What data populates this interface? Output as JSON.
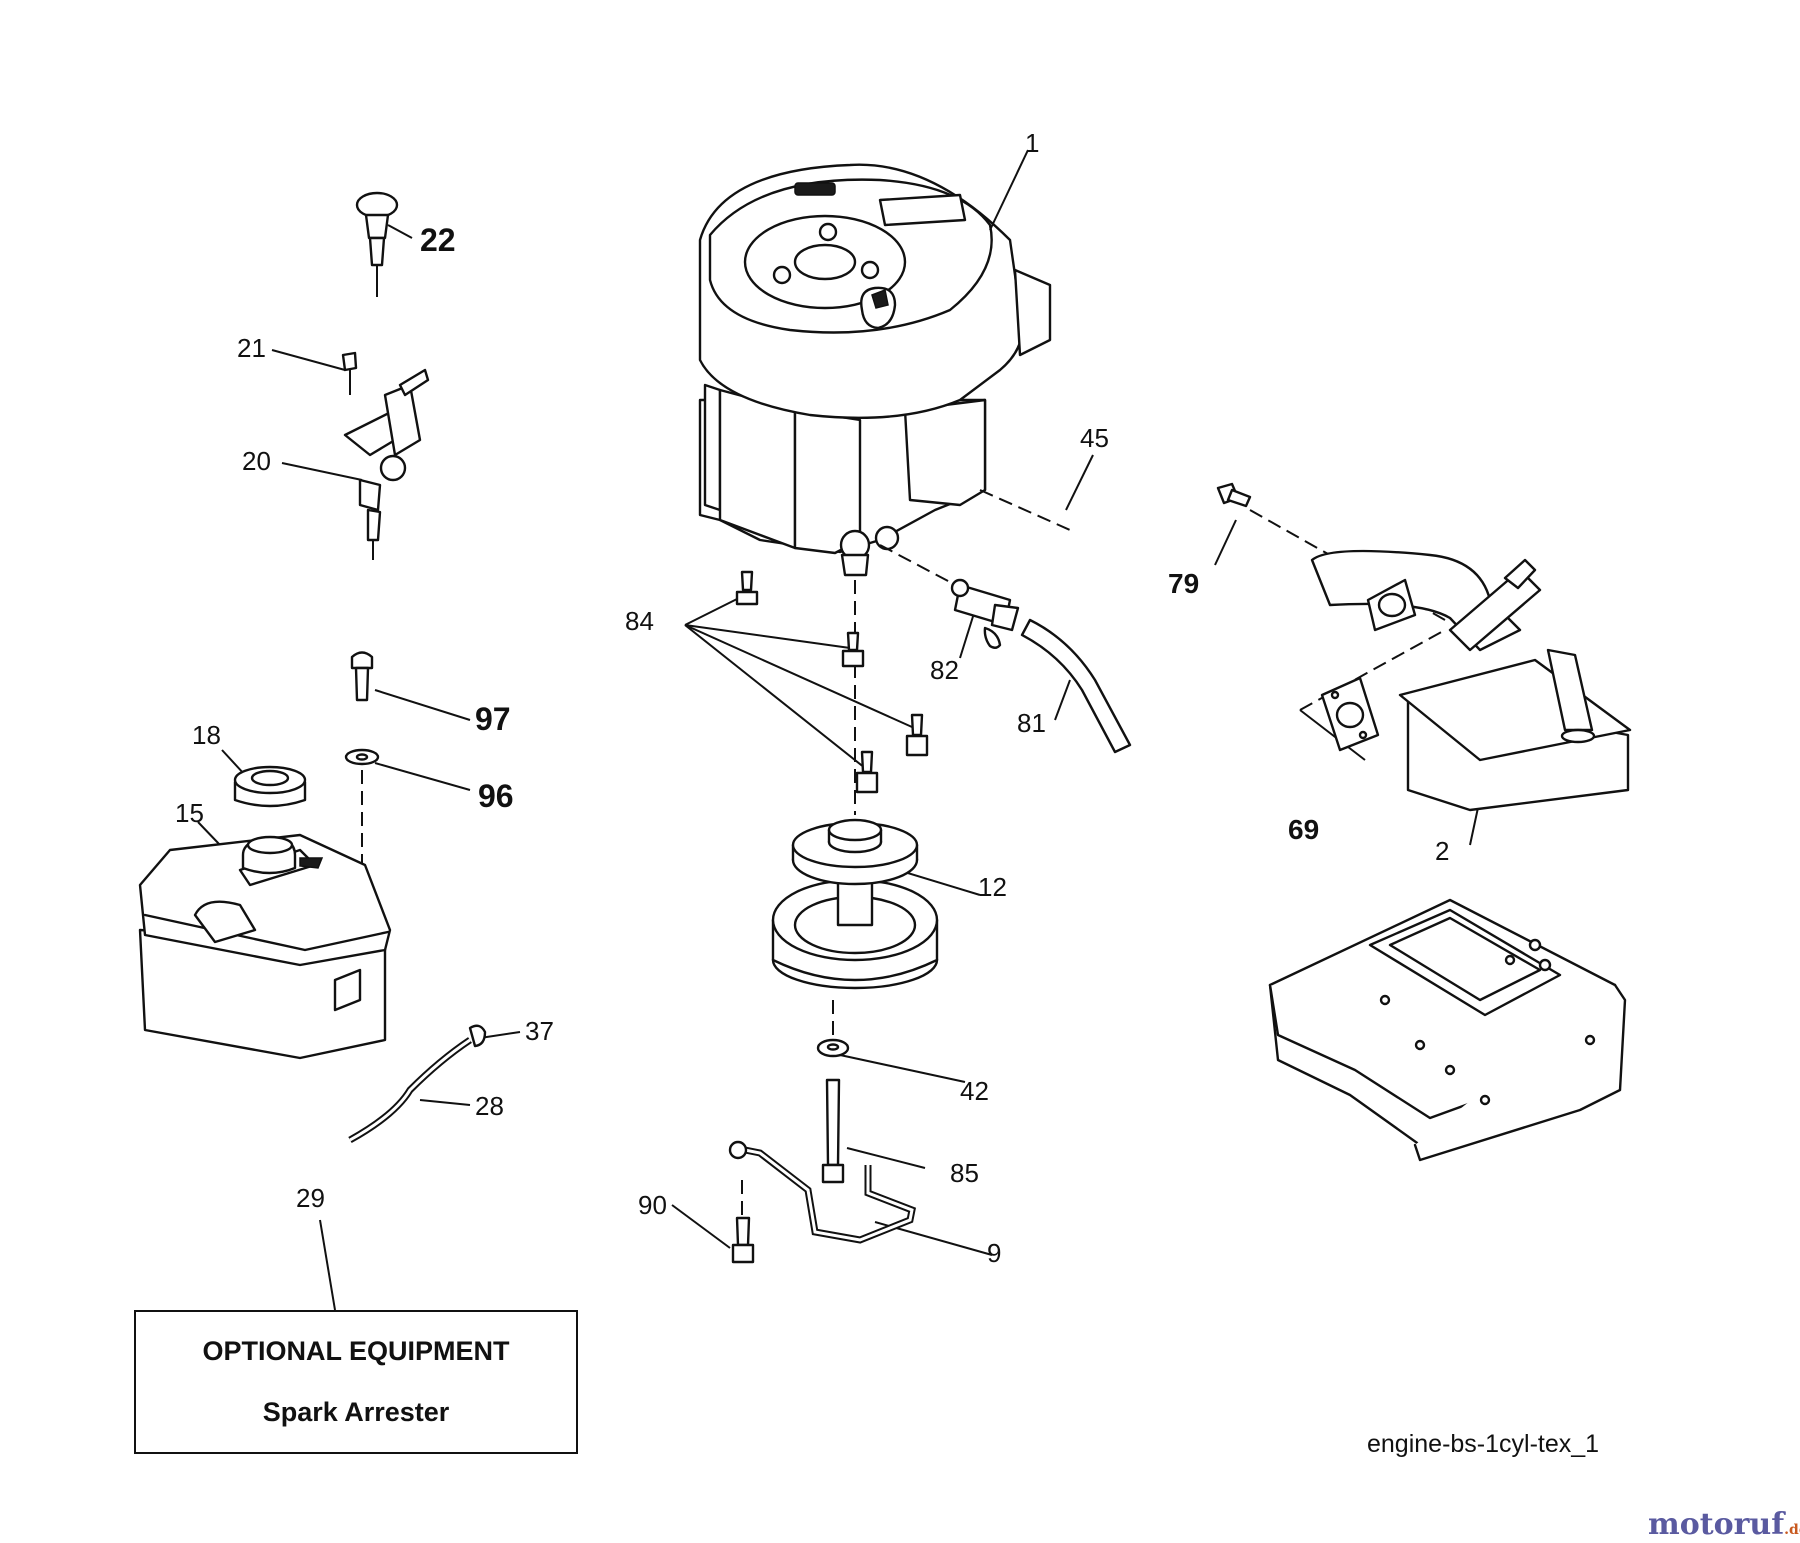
{
  "diagram": {
    "callouts": [
      {
        "id": "c1",
        "label": "1"
      },
      {
        "id": "c2",
        "label": "2"
      },
      {
        "id": "c9",
        "label": "9"
      },
      {
        "id": "c12",
        "label": "12"
      },
      {
        "id": "c15",
        "label": "15"
      },
      {
        "id": "c18",
        "label": "18"
      },
      {
        "id": "c20",
        "label": "20"
      },
      {
        "id": "c21",
        "label": "21"
      },
      {
        "id": "c22",
        "label": "22"
      },
      {
        "id": "c28",
        "label": "28"
      },
      {
        "id": "c29",
        "label": "29"
      },
      {
        "id": "c37",
        "label": "37"
      },
      {
        "id": "c42",
        "label": "42"
      },
      {
        "id": "c45",
        "label": "45"
      },
      {
        "id": "c69",
        "label": "69"
      },
      {
        "id": "c79",
        "label": "79"
      },
      {
        "id": "c81",
        "label": "81"
      },
      {
        "id": "c82",
        "label": "82"
      },
      {
        "id": "c84",
        "label": "84"
      },
      {
        "id": "c85",
        "label": "85"
      },
      {
        "id": "c90",
        "label": "90"
      },
      {
        "id": "c96",
        "label": "96"
      },
      {
        "id": "c97",
        "label": "97"
      }
    ],
    "optional_box": {
      "title": "OPTIONAL EQUIPMENT",
      "item": "Spark Arrester"
    },
    "diagram_id": "engine-bs-1cyl-tex_1",
    "watermark": {
      "brand": "motoruf",
      "suffix": ".de"
    }
  }
}
